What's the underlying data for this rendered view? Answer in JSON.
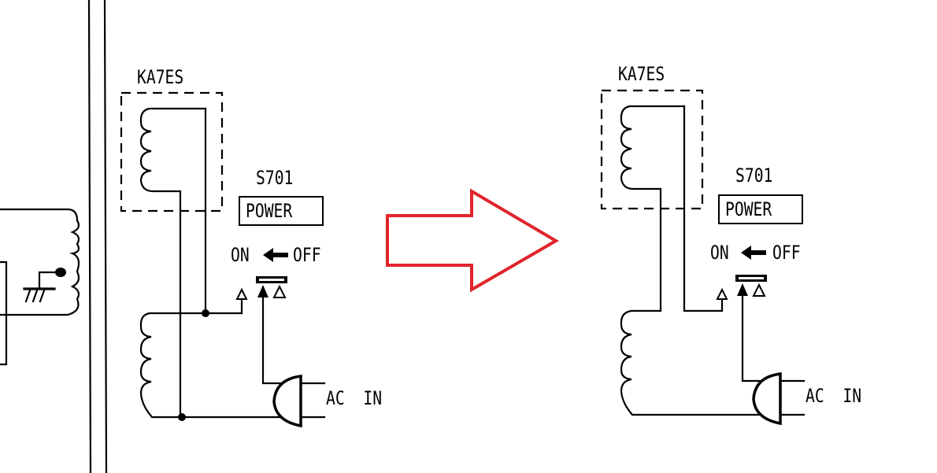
{
  "figure": {
    "description": "Schematic comparison: before and after rewiring of power switch circuit",
    "transition_arrow": {
      "color": "#e0242b",
      "direction": "right"
    }
  },
  "left_partial": {
    "components": [
      "transformer-winding-partial",
      "ground-symbol"
    ]
  },
  "before": {
    "relay_label": "KA7ES",
    "switch_ref": "S701",
    "switch_name": "POWER",
    "on_label": "ON",
    "off_label": "OFF",
    "ac_label": "AC  IN"
  },
  "after": {
    "relay_label": "KA7ES",
    "switch_ref": "S701",
    "switch_name": "POWER",
    "on_label": "ON",
    "off_label": "OFF",
    "ac_label": "AC  IN"
  },
  "icons": {
    "switch_direction_arrow": "left-arrow-icon",
    "ground": "ground-icon",
    "plug": "ac-plug-icon"
  }
}
